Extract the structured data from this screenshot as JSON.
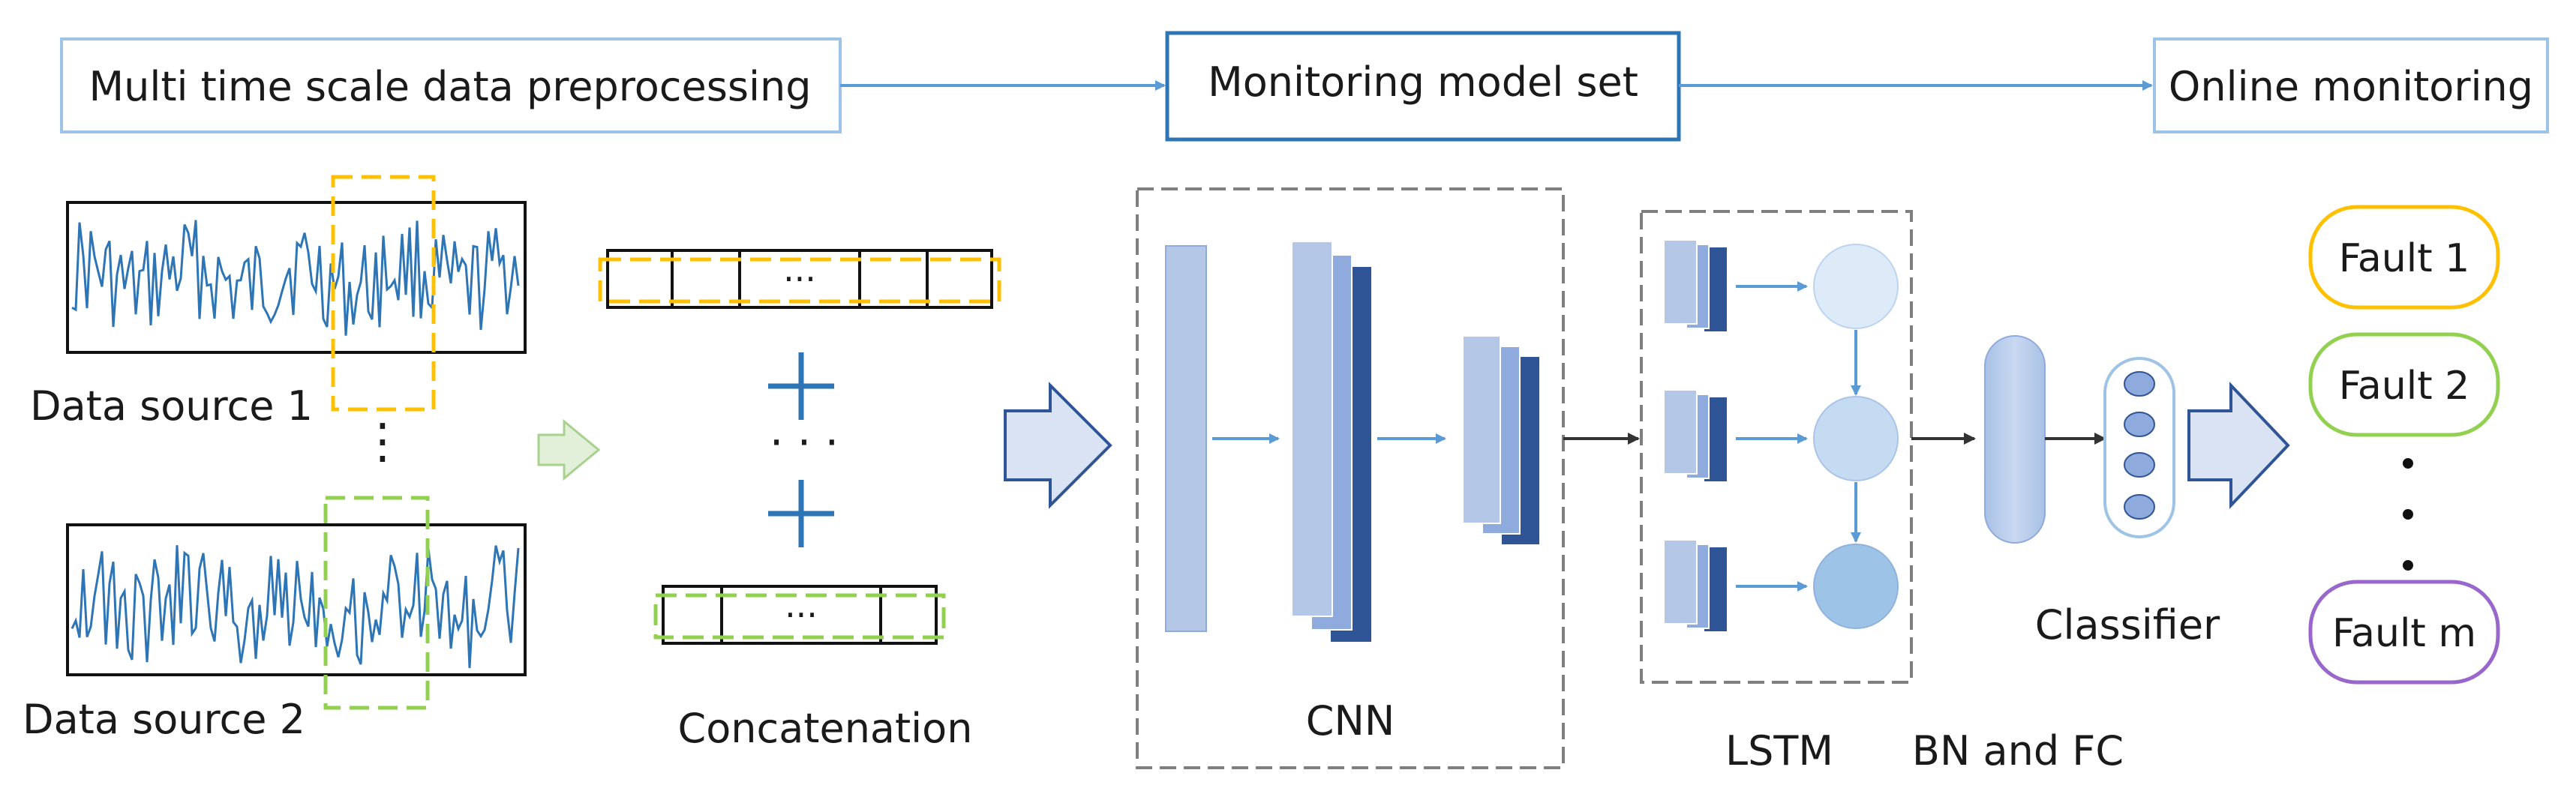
{
  "header": {
    "stage_1": "Multi time scale data preprocessing",
    "stage_2": "Monitoring model set",
    "stage_3": "Online monitoring"
  },
  "sources": {
    "source_1": "Data source 1",
    "source_2": "Data source 2",
    "vertical_dots": "⋮"
  },
  "concat": {
    "segment_dots": "···",
    "mid_dots": "·   ·   ·",
    "label": "Concatenation"
  },
  "model": {
    "cnn_label": "CNN",
    "lstm_label": "LSTM",
    "bn_fc_label": "BN and FC",
    "classifier_label": "Classifier"
  },
  "faults": [
    "Fault 1",
    "Fault 2",
    "Fault m"
  ],
  "colors": {
    "header_border": "#9dc3e6",
    "header_border_dark": "#2e75b6",
    "arrow_blue": "#5b9bd5",
    "signal": "#2e75b6",
    "window_1": "#ffc000",
    "window_2": "#92d050",
    "fault_1": "#ffc000",
    "fault_2": "#92d050",
    "fault_m": "#9966cc",
    "layer_light": "#b4c7e7",
    "layer_mid": "#8faadc",
    "layer_dark": "#2f5597",
    "dashed_box": "#7f7f7f"
  }
}
